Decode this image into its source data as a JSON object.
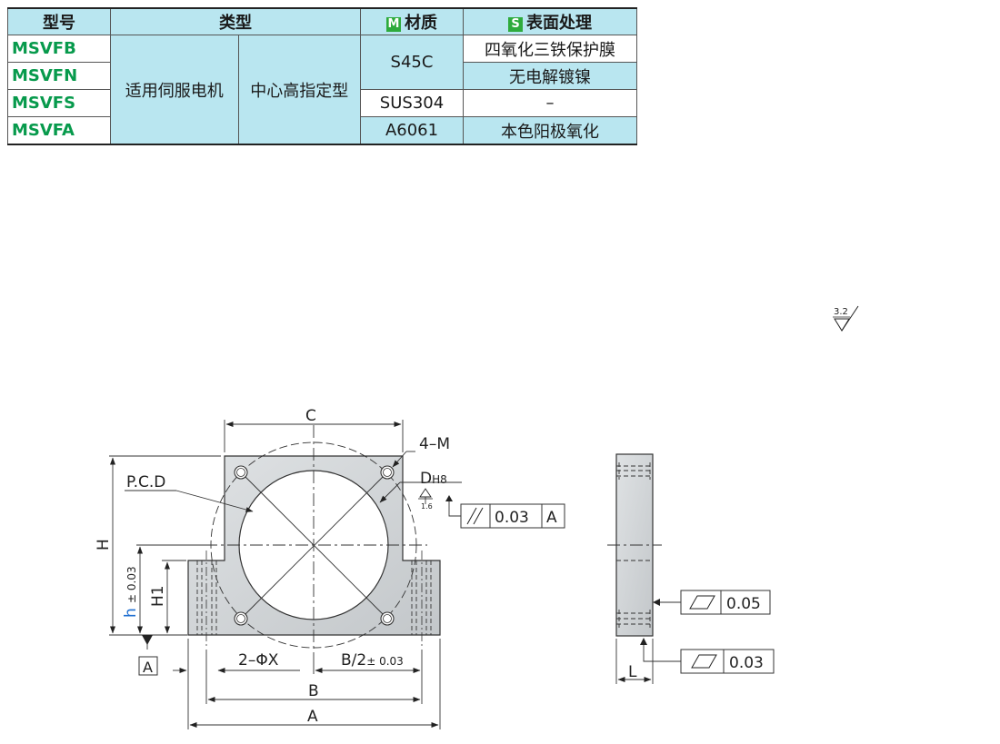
{
  "table": {
    "headers": {
      "model": "型号",
      "type": "类型",
      "material_badge": "M",
      "material": "材质",
      "surface_badge": "S",
      "surface": "表面处理"
    },
    "models": [
      "MSVFB",
      "MSVFN",
      "MSVFS",
      "MSVFA"
    ],
    "type_col1": "适用伺服电机",
    "type_col2": "中心高指定型",
    "materials": [
      "S45C",
      "SUS304",
      "A6061"
    ],
    "surfaces": [
      "四氧化三铁保护膜",
      "无电解镀镍",
      "–",
      "本色阳极氧化"
    ]
  },
  "drawing": {
    "roughness_main": "3.2",
    "roughness_bore": "1.6",
    "label_C": "C",
    "label_4M": "4–M",
    "label_D": "D",
    "label_D_tol": "H8",
    "label_PCD": "P.C.D",
    "label_H": "H",
    "label_h": "h",
    "label_h_tol": "± 0.03",
    "label_H1": "H1",
    "label_datum": "A",
    "label_2X": "2–ΦX",
    "label_B2": "B/2",
    "label_B2_tol": "± 0.03",
    "label_B": "B",
    "label_A": "A",
    "label_L": "L",
    "parallel_tol": "0.03",
    "parallel_datum": "A",
    "flatness_1": "0.05",
    "flatness_2": "0.03"
  },
  "colors": {
    "header_bg": "#b9e6f0",
    "model_text": "#079a4c",
    "badge": "#2eab3c",
    "part_fill": "#cfd3d6",
    "h_label": "#1f6fd1"
  }
}
